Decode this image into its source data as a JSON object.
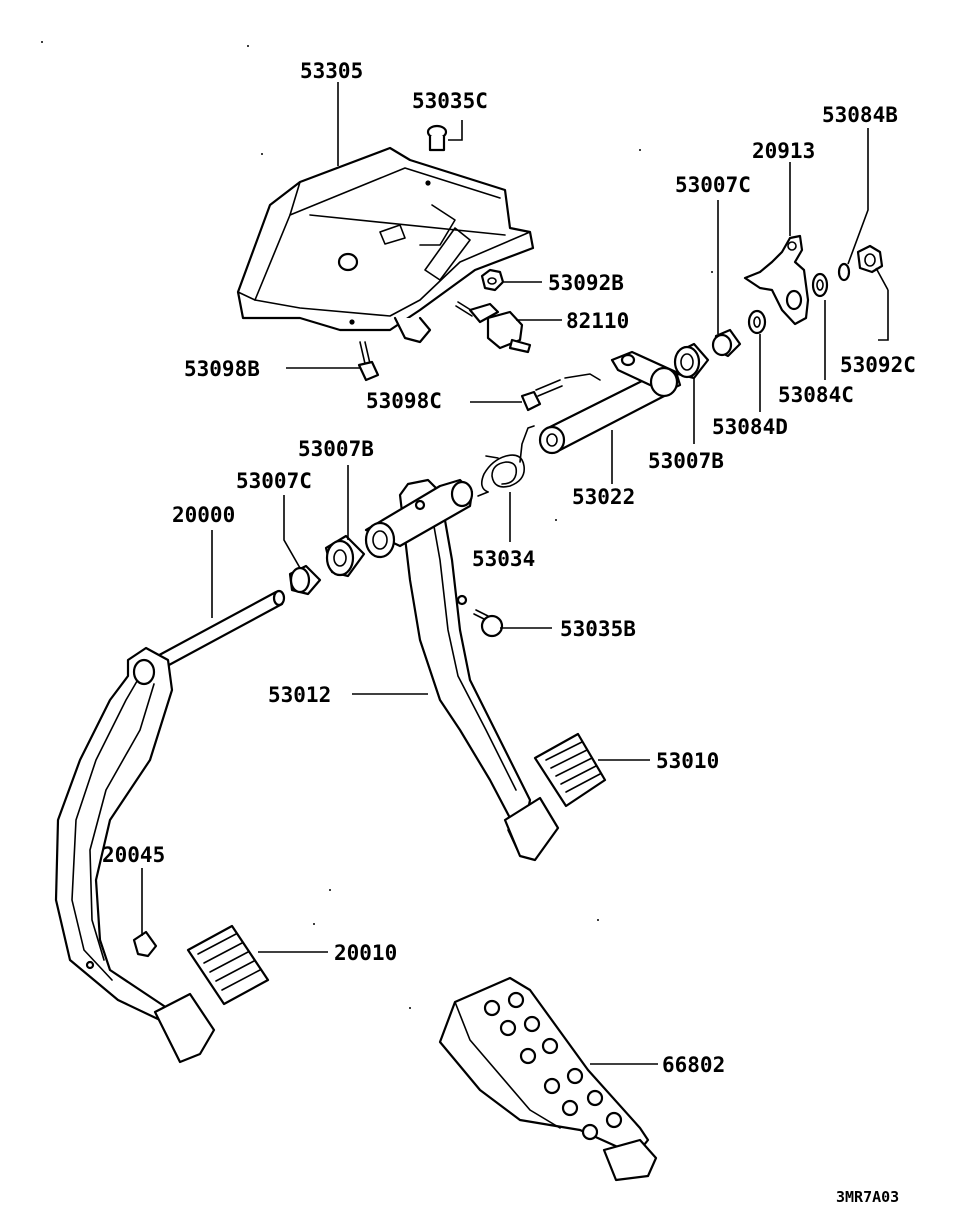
{
  "diagram_code": "3MR7A03",
  "labels": {
    "p53305": "53305",
    "p53035C": "53035C",
    "p53084B": "53084B",
    "p20913": "20913",
    "p53007C_top": "53007C",
    "p53092B": "53092B",
    "p82110": "82110",
    "p53092C": "53092C",
    "p53098B": "53098B",
    "p53084C": "53084C",
    "p53098C": "53098C",
    "p53084D": "53084D",
    "p53007B_right": "53007B",
    "p53007B_left": "53007B",
    "p53022": "53022",
    "p53007C_left": "53007C",
    "p20000": "20000",
    "p53034": "53034",
    "p53035B": "53035B",
    "p53012": "53012",
    "p53010": "53010",
    "p20045": "20045",
    "p20010": "20010",
    "p66802": "66802"
  }
}
